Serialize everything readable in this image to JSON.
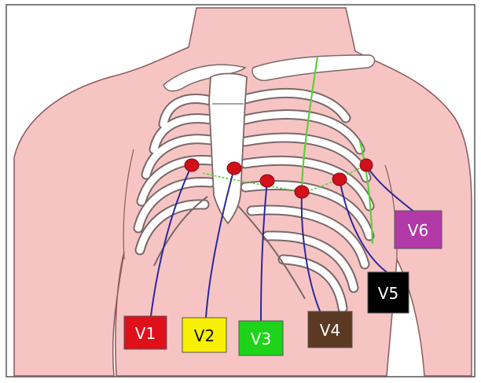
{
  "leads": [
    {
      "id": "v1",
      "label": "V1",
      "color": "#e0101a",
      "text_color": "#ffffff"
    },
    {
      "id": "v2",
      "label": "V2",
      "color": "#f8f000",
      "text_color": "#111111"
    },
    {
      "id": "v3",
      "label": "V3",
      "color": "#1ed41a",
      "text_color": "#ffffff"
    },
    {
      "id": "v4",
      "label": "V4",
      "color": "#5a3a22",
      "text_color": "#ffffff"
    },
    {
      "id": "v5",
      "label": "V5",
      "color": "#000000",
      "text_color": "#ffffff"
    },
    {
      "id": "v6",
      "label": "V6",
      "color": "#b23aa8",
      "text_color": "#ffffff"
    }
  ],
  "colors": {
    "skin": "#f7c4c4",
    "outline": "#8a5a5a",
    "bone": "#ffffff",
    "bone_stroke": "#7a6868",
    "electrode": "#d0101a",
    "wire": "#2a2a9a",
    "guide_line": "#5ad03a"
  }
}
